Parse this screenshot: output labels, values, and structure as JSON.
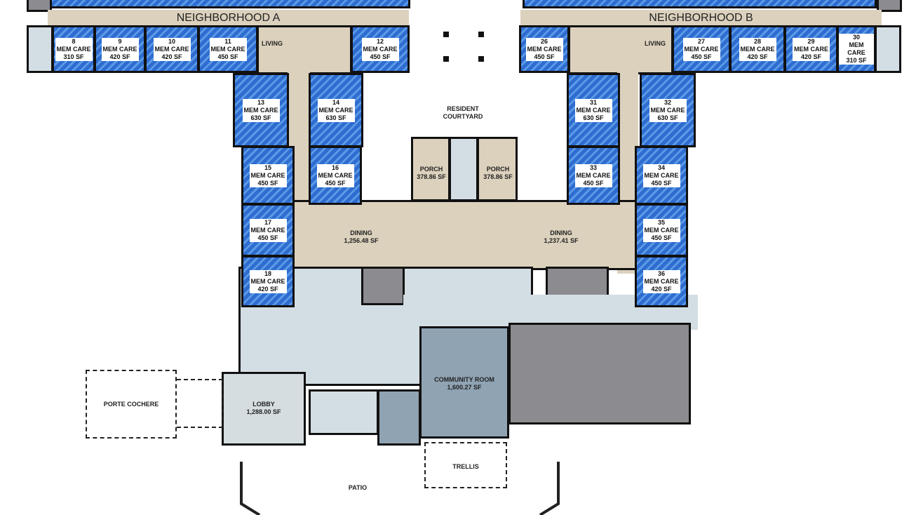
{
  "neighborhoods": {
    "a": "NEIGHBORHOOD A",
    "b": "NEIGHBORHOOD B"
  },
  "rooms": [
    {
      "num": "8",
      "type": "MEM CARE",
      "area": "310 SF"
    },
    {
      "num": "9",
      "type": "MEM CARE",
      "area": "420 SF"
    },
    {
      "num": "10",
      "type": "MEM CARE",
      "area": "420 SF"
    },
    {
      "num": "11",
      "type": "MEM CARE",
      "area": "450 SF"
    },
    {
      "num": "12",
      "type": "MEM CARE",
      "area": "450 SF"
    },
    {
      "num": "13",
      "type": "MEM CARE",
      "area": "630 SF"
    },
    {
      "num": "14",
      "type": "MEM CARE",
      "area": "630 SF"
    },
    {
      "num": "15",
      "type": "MEM CARE",
      "area": "450 SF"
    },
    {
      "num": "16",
      "type": "MEM CARE",
      "area": "450 SF"
    },
    {
      "num": "17",
      "type": "MEM CARE",
      "area": "450 SF"
    },
    {
      "num": "18",
      "type": "MEM CARE",
      "area": "420 SF"
    },
    {
      "num": "26",
      "type": "MEM CARE",
      "area": "450 SF"
    },
    {
      "num": "27",
      "type": "MEM CARE",
      "area": "450 SF"
    },
    {
      "num": "28",
      "type": "MEM CARE",
      "area": "420 SF"
    },
    {
      "num": "29",
      "type": "MEM CARE",
      "area": "420 SF"
    },
    {
      "num": "30",
      "type": "MEM CARE",
      "area": "310 SF"
    },
    {
      "num": "31",
      "type": "MEM CARE",
      "area": "630 SF"
    },
    {
      "num": "32",
      "type": "MEM CARE",
      "area": "630 SF"
    },
    {
      "num": "33",
      "type": "MEM CARE",
      "area": "450 SF"
    },
    {
      "num": "34",
      "type": "MEM CARE",
      "area": "450 SF"
    },
    {
      "num": "35",
      "type": "MEM CARE",
      "area": "450 SF"
    },
    {
      "num": "36",
      "type": "MEM CARE",
      "area": "420 SF"
    }
  ],
  "spaces": {
    "living": "LIVING",
    "courtyard": "RESIDENT COURTYARD",
    "porch": {
      "name": "PORCH",
      "area": "378.86 SF"
    },
    "dining_a": {
      "name": "DINING",
      "area": "1,256.48 SF"
    },
    "dining_b": {
      "name": "DINING",
      "area": "1,237.41 SF"
    },
    "community": {
      "name": "COMMUNITY ROOM",
      "area": "1,600.27 SF"
    },
    "lobby": {
      "name": "LOBBY",
      "area": "1,288.00 SF"
    },
    "porte_cochere": "PORTE COCHERE",
    "trellis": "TRELLIS",
    "patio": "PATIO"
  },
  "colors": {
    "mem_care": "#2e6cd0",
    "common": "#dcd1bd",
    "admin": "#d3dee4",
    "service": "#8b8b90",
    "community": "#8fa3b3"
  }
}
